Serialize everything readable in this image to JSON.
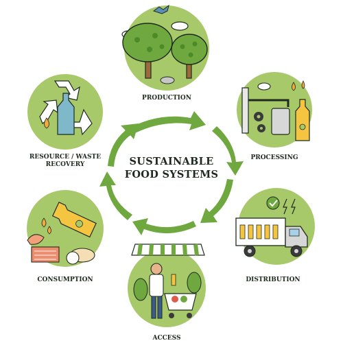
{
  "title": {
    "line1": "SUSTAINABLE",
    "line2": "FOOD SYSTEMS"
  },
  "stages": [
    {
      "id": "production",
      "label": "PRODUCTION"
    },
    {
      "id": "processing",
      "label": "PROCESSING"
    },
    {
      "id": "distribution",
      "label": "DISTRIBUTION"
    },
    {
      "id": "access",
      "label": "ACCESS"
    },
    {
      "id": "consumption",
      "label": "CONSUMPTION"
    },
    {
      "id": "recovery",
      "label_line1": "RESOURCE / WASTE",
      "label_line2": "RECOVERY"
    }
  ],
  "colors": {
    "circle_fill": "#a8c96a",
    "arrow": "#6fa83e",
    "outline": "#1e2a1e",
    "accent_orange": "#f2a93b",
    "accent_yellow": "#f5c542"
  },
  "icons": {
    "production": "trees-bird-icon",
    "processing": "factory-pipes-icon",
    "distribution": "delivery-truck-icon",
    "access": "shopper-cart-icon",
    "consumption": "bottle-food-icon",
    "recovery": "recycle-bottle-icon"
  }
}
